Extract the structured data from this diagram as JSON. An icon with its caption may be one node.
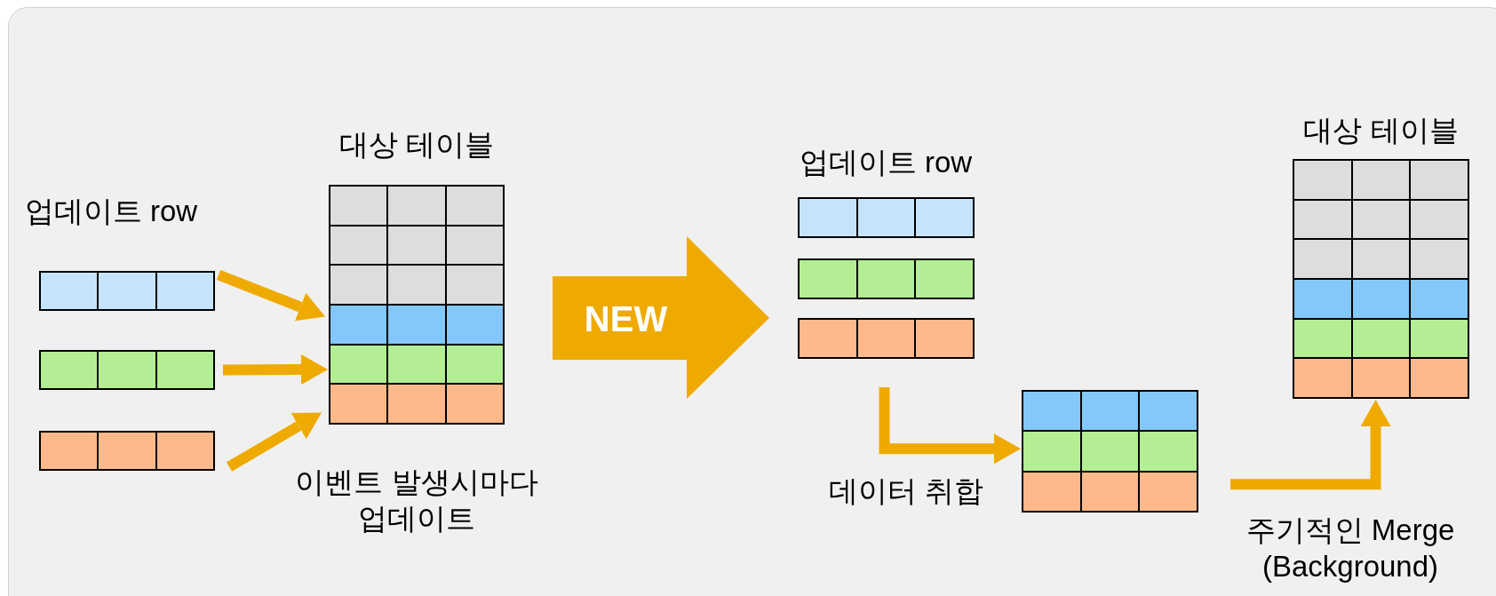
{
  "diagram": {
    "nodes": [
      {
        "text": [],
        "shape": "box"
      },
      {
        "text": [],
        "shape": "box"
      },
      {
        "text": [],
        "shape": "box"
      },
      {
        "text": [
          "대상 테이블"
        ]
      },
      {
        "text": [
          "NEW"
        ]
      },
      {
        "text": [],
        "shape": "box"
      },
      {
        "text": [],
        "shape": "box"
      },
      {
        "text": [],
        "shape": "box"
      },
      {
        "text": [],
        "shape": "box"
      },
      {
        "text": [
          "대상 테이블"
        ]
      }
    ],
    "edges": [
      {
        "from": 0,
        "to": 3,
        "arrow": "to"
      },
      {
        "from": 1,
        "to": 3,
        "arrow": "to"
      },
      {
        "from": 2,
        "to": 3,
        "arrow": "to"
      },
      {
        "from": 7,
        "to": 8,
        "arrow": "to",
        "label": "데이터 취합"
      },
      {
        "from": 8,
        "to": 9,
        "arrow": "to",
        "label": "주기적인 Merge (Background)"
      }
    ],
    "labels": [
      "업데이트 row",
      "이벤트 발생시마다 업데이트",
      "업데이트 row"
    ]
  }
}
